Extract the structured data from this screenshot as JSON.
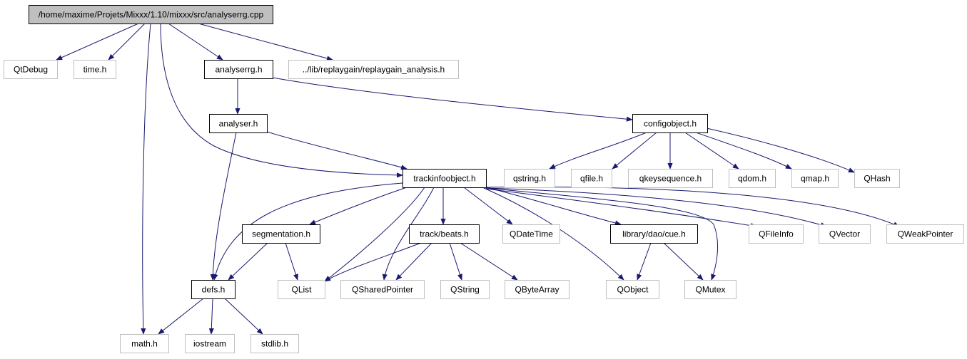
{
  "diagram": {
    "nodes": [
      {
        "id": "root",
        "label": "/home/maxime/Projets/Mixxx/1.10/mixxx/src/analyserrg.cpp",
        "style": "root"
      },
      {
        "id": "qtdebug",
        "label": "QtDebug",
        "style": "external"
      },
      {
        "id": "time",
        "label": "time.h",
        "style": "external"
      },
      {
        "id": "analyserrg_h",
        "label": "analyserrg.h",
        "style": "internal"
      },
      {
        "id": "replaygain",
        "label": "../lib/replaygain/replaygain_analysis.h",
        "style": "external"
      },
      {
        "id": "analyser_h",
        "label": "analyser.h",
        "style": "internal"
      },
      {
        "id": "configobject_h",
        "label": "configobject.h",
        "style": "internal"
      },
      {
        "id": "trackinfoobject_h",
        "label": "trackinfoobject.h",
        "style": "internal"
      },
      {
        "id": "qstring_h",
        "label": "qstring.h",
        "style": "external"
      },
      {
        "id": "qfile_h",
        "label": "qfile.h",
        "style": "external"
      },
      {
        "id": "qkeysequence_h",
        "label": "qkeysequence.h",
        "style": "external"
      },
      {
        "id": "qdom_h",
        "label": "qdom.h",
        "style": "external"
      },
      {
        "id": "qmap_h",
        "label": "qmap.h",
        "style": "external"
      },
      {
        "id": "qhash",
        "label": "QHash",
        "style": "external"
      },
      {
        "id": "segmentation_h",
        "label": "segmentation.h",
        "style": "internal"
      },
      {
        "id": "beats_h",
        "label": "track/beats.h",
        "style": "internal"
      },
      {
        "id": "qdatetime",
        "label": "QDateTime",
        "style": "external"
      },
      {
        "id": "cue_h",
        "label": "library/dao/cue.h",
        "style": "internal"
      },
      {
        "id": "qfileinfo",
        "label": "QFileInfo",
        "style": "external"
      },
      {
        "id": "qvector",
        "label": "QVector",
        "style": "external"
      },
      {
        "id": "qweakpointer",
        "label": "QWeakPointer",
        "style": "external"
      },
      {
        "id": "defs_h",
        "label": "defs.h",
        "style": "internal"
      },
      {
        "id": "qlist",
        "label": "QList",
        "style": "external"
      },
      {
        "id": "qsharedpointer",
        "label": "QSharedPointer",
        "style": "external"
      },
      {
        "id": "qstring",
        "label": "QString",
        "style": "external"
      },
      {
        "id": "qbytearray",
        "label": "QByteArray",
        "style": "external"
      },
      {
        "id": "qobject",
        "label": "QObject",
        "style": "external"
      },
      {
        "id": "qmutex",
        "label": "QMutex",
        "style": "external"
      },
      {
        "id": "math_h",
        "label": "math.h",
        "style": "external"
      },
      {
        "id": "iostream",
        "label": "iostream",
        "style": "external"
      },
      {
        "id": "stdlib_h",
        "label": "stdlib.h",
        "style": "external"
      }
    ],
    "edges": [
      {
        "from": "root",
        "to": "qtdebug"
      },
      {
        "from": "root",
        "to": "time"
      },
      {
        "from": "root",
        "to": "analyserrg_h"
      },
      {
        "from": "root",
        "to": "replaygain"
      },
      {
        "from": "root",
        "to": "math_h"
      },
      {
        "from": "root",
        "to": "trackinfoobject_h"
      },
      {
        "from": "analyserrg_h",
        "to": "analyser_h"
      },
      {
        "from": "analyserrg_h",
        "to": "configobject_h"
      },
      {
        "from": "analyser_h",
        "to": "trackinfoobject_h"
      },
      {
        "from": "analyser_h",
        "to": "defs_h"
      },
      {
        "from": "configobject_h",
        "to": "qstring_h"
      },
      {
        "from": "configobject_h",
        "to": "qfile_h"
      },
      {
        "from": "configobject_h",
        "to": "qkeysequence_h"
      },
      {
        "from": "configobject_h",
        "to": "qdom_h"
      },
      {
        "from": "configobject_h",
        "to": "qmap_h"
      },
      {
        "from": "configobject_h",
        "to": "qhash"
      },
      {
        "from": "trackinfoobject_h",
        "to": "defs_h"
      },
      {
        "from": "trackinfoobject_h",
        "to": "segmentation_h"
      },
      {
        "from": "trackinfoobject_h",
        "to": "qlist"
      },
      {
        "from": "trackinfoobject_h",
        "to": "qsharedpointer"
      },
      {
        "from": "trackinfoobject_h",
        "to": "beats_h"
      },
      {
        "from": "trackinfoobject_h",
        "to": "qdatetime"
      },
      {
        "from": "trackinfoobject_h",
        "to": "qobject"
      },
      {
        "from": "trackinfoobject_h",
        "to": "cue_h"
      },
      {
        "from": "trackinfoobject_h",
        "to": "qmutex"
      },
      {
        "from": "trackinfoobject_h",
        "to": "qfileinfo"
      },
      {
        "from": "trackinfoobject_h",
        "to": "qvector"
      },
      {
        "from": "trackinfoobject_h",
        "to": "qweakpointer"
      },
      {
        "from": "segmentation_h",
        "to": "defs_h"
      },
      {
        "from": "segmentation_h",
        "to": "qlist"
      },
      {
        "from": "beats_h",
        "to": "qlist"
      },
      {
        "from": "beats_h",
        "to": "qsharedpointer"
      },
      {
        "from": "beats_h",
        "to": "qstring"
      },
      {
        "from": "beats_h",
        "to": "qbytearray"
      },
      {
        "from": "cue_h",
        "to": "qobject"
      },
      {
        "from": "cue_h",
        "to": "qmutex"
      },
      {
        "from": "defs_h",
        "to": "math_h"
      },
      {
        "from": "defs_h",
        "to": "iostream"
      },
      {
        "from": "defs_h",
        "to": "stdlib_h"
      }
    ],
    "colors": {
      "edge": "#191970",
      "root_fill": "#bfbfbf",
      "internal_border": "#000000",
      "external_border": "#bfbfbf",
      "text": "#000000"
    }
  }
}
